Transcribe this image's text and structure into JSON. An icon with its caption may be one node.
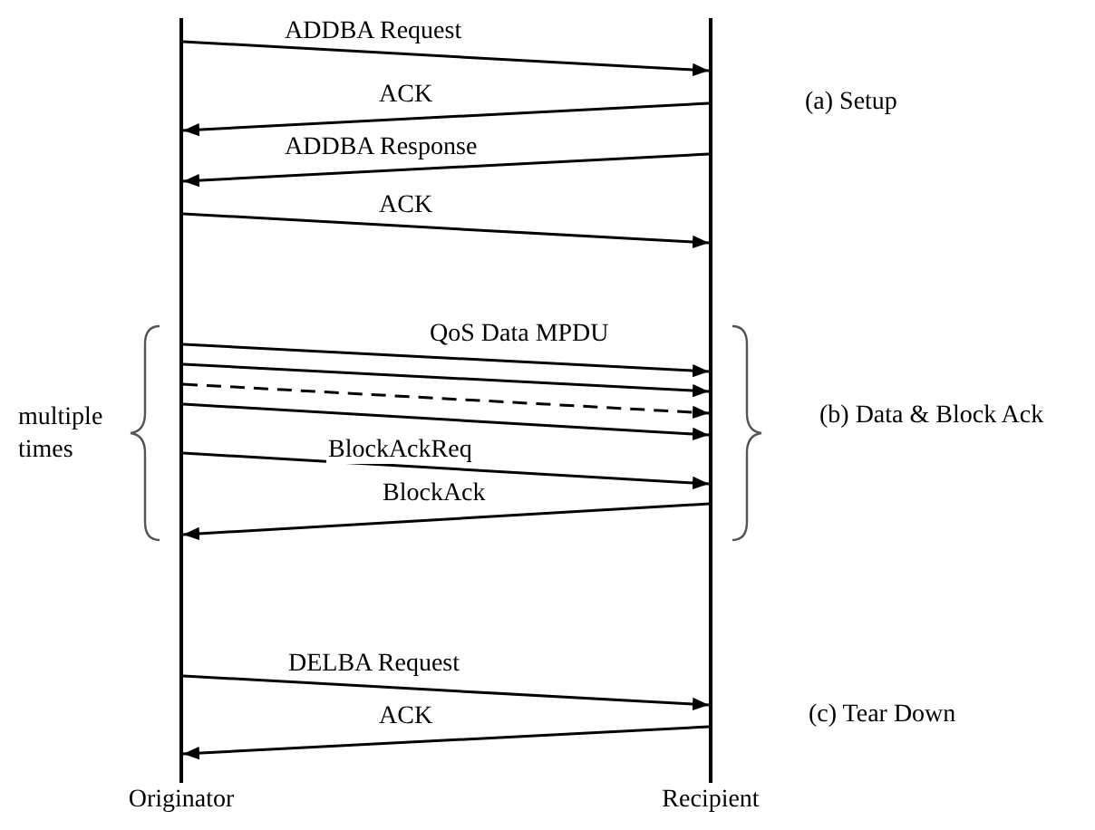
{
  "diagram": {
    "nodes": [
      {
        "text": [
          "Originator"
        ]
      },
      {
        "text": [
          "Recipient"
        ]
      }
    ],
    "edges": [
      {
        "from": 0,
        "to": 1,
        "arrow": "to",
        "label": "ADDBA  Request"
      },
      {
        "from": 1,
        "to": 0,
        "arrow": "to",
        "label": "ACK"
      },
      {
        "from": 1,
        "to": 0,
        "arrow": "to",
        "label": "ADDBA  Response"
      },
      {
        "from": 0,
        "to": 1,
        "arrow": "to",
        "label": "ACK"
      },
      {
        "from": 0,
        "to": 1,
        "arrow": "to",
        "label": "QoS Data MPDU"
      },
      {
        "from": 0,
        "to": 1,
        "arrow": "to"
      },
      {
        "from": 0,
        "to": 1,
        "arrow": "to",
        "style": "dashed"
      },
      {
        "from": 0,
        "to": 1,
        "arrow": "to"
      },
      {
        "from": 0,
        "to": 1,
        "arrow": "to",
        "label": "BlockAckReq"
      },
      {
        "from": 1,
        "to": 0,
        "arrow": "to",
        "label": "BlockAck"
      },
      {
        "from": 0,
        "to": 1,
        "arrow": "to",
        "label": "DELBA Request"
      },
      {
        "from": 1,
        "to": 0,
        "arrow": "to",
        "label": "ACK"
      }
    ],
    "labels": [
      "(a) Setup",
      "multiple times",
      "(b) Data & Block Ack",
      "(c) Tear Down"
    ]
  }
}
